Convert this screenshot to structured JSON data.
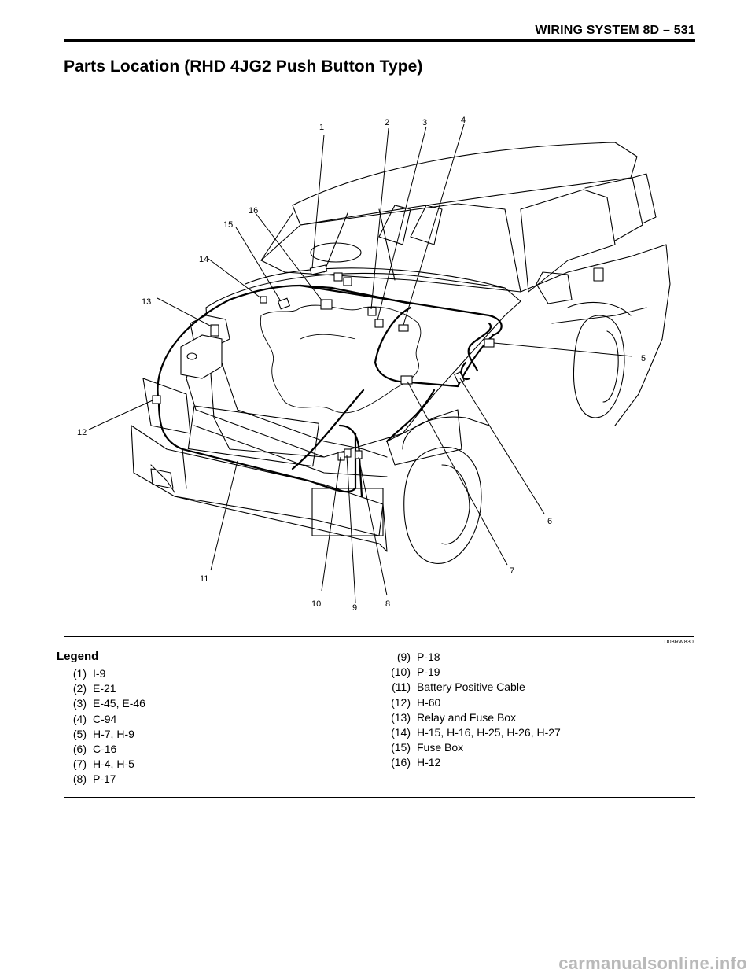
{
  "header": {
    "title": "WIRING SYSTEM 8D – 531"
  },
  "page_title": "Parts Location (RHD 4JG2 Push Button Type)",
  "figure": {
    "code": "D08RW830",
    "callouts": [
      "1",
      "2",
      "3",
      "4",
      "5",
      "6",
      "7",
      "8",
      "9",
      "10",
      "11",
      "12",
      "13",
      "14",
      "15",
      "16"
    ]
  },
  "legend": {
    "heading": "Legend",
    "left": [
      {
        "num": "(1)",
        "text": "I-9"
      },
      {
        "num": "(2)",
        "text": "E-21"
      },
      {
        "num": "(3)",
        "text": "E-45, E-46"
      },
      {
        "num": "(4)",
        "text": "C-94"
      },
      {
        "num": "(5)",
        "text": "H-7, H-9"
      },
      {
        "num": "(6)",
        "text": "C-16"
      },
      {
        "num": "(7)",
        "text": "H-4, H-5"
      },
      {
        "num": "(8)",
        "text": "P-17"
      }
    ],
    "right": [
      {
        "num": "(9)",
        "text": "P-18"
      },
      {
        "num": "(10)",
        "text": "P-19"
      },
      {
        "num": "(11)",
        "text": "Battery Positive Cable"
      },
      {
        "num": "(12)",
        "text": "H-60"
      },
      {
        "num": "(13)",
        "text": "Relay and Fuse Box"
      },
      {
        "num": "(14)",
        "text": "H-15, H-16, H-25, H-26, H-27"
      },
      {
        "num": "(15)",
        "text": "Fuse Box"
      },
      {
        "num": "(16)",
        "text": "H-12"
      }
    ]
  },
  "watermark": "carmanualsonline.info"
}
